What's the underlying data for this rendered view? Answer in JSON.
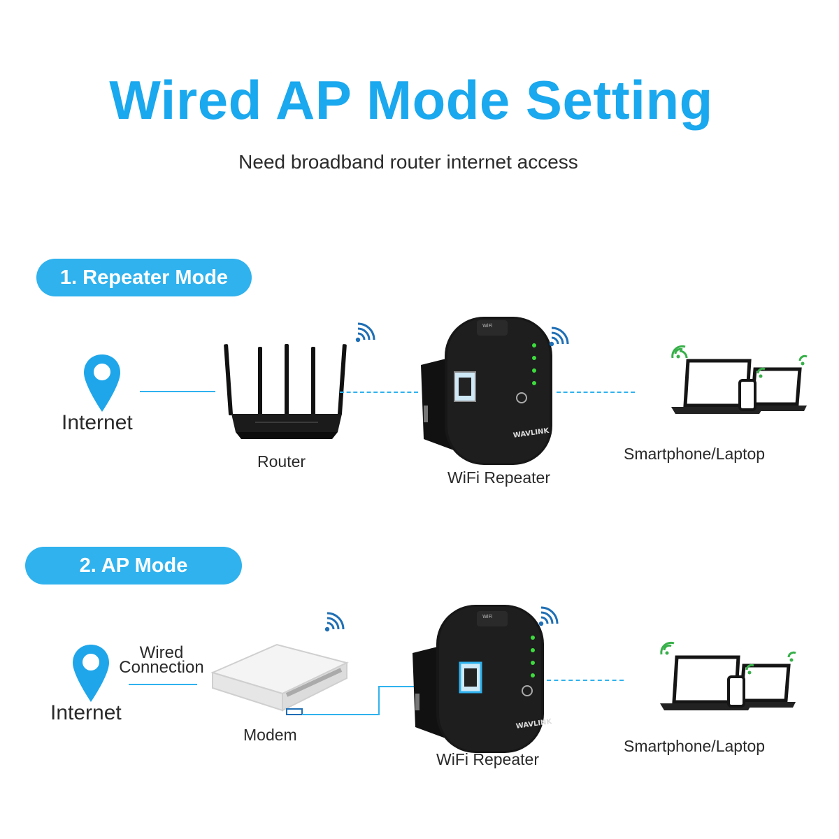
{
  "header": {
    "title": "Wired AP Mode Setting",
    "subtitle": "Need broadband router internet access"
  },
  "sections": {
    "repeater": {
      "badge": "1. Repeater Mode",
      "internet_label": "Internet",
      "router_label": "Router",
      "repeater_label": "WiFi Repeater",
      "clients_label": "Smartphone/Laptop"
    },
    "ap": {
      "badge": "2. AP Mode",
      "internet_label": "Internet",
      "wired_label_1": "Wired",
      "wired_label_2": "Connection",
      "modem_label": "Modem",
      "repeater_label": "WiFi Repeater",
      "clients_label": "Smartphone/Laptop"
    }
  },
  "device": {
    "brand": "WAVLINK"
  },
  "colors": {
    "accent": "#2fb2ee",
    "title": "#1aa8ee",
    "device_body": "#151515",
    "led": "#3ddc3d"
  }
}
